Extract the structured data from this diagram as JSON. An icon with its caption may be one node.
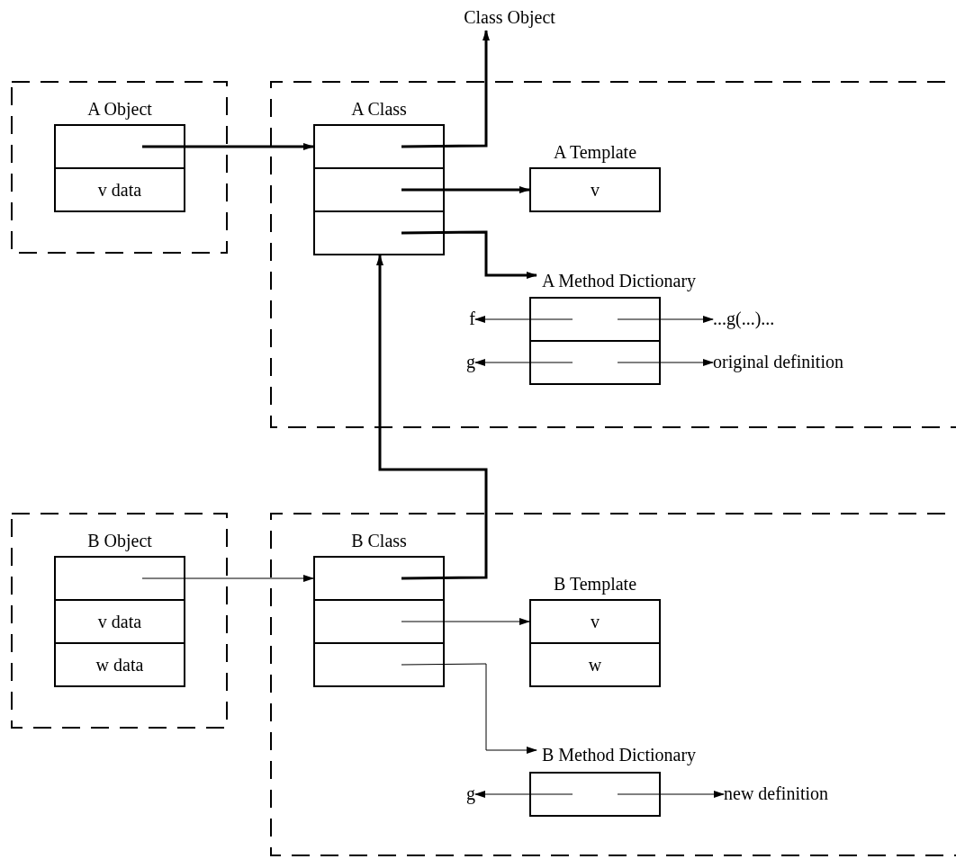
{
  "diagram": {
    "nodes": [
      {
        "text": [],
        "shape": "box"
      },
      {
        "text": [
          "A Object"
        ],
        "in": 0
      },
      {
        "text": [],
        "shape": "box",
        "in": 1
      },
      {
        "text": [
          "v data"
        ],
        "in": 1
      },
      {
        "text": [],
        "shape": "box"
      },
      {
        "text": [
          "A Class"
        ],
        "in": 4
      },
      {
        "text": [],
        "shape": "box",
        "in": 5
      },
      {
        "text": [],
        "shape": "box",
        "in": 5
      },
      {
        "text": [],
        "shape": "box",
        "in": 5
      },
      {
        "text": [
          "A Template"
        ],
        "in": 4
      },
      {
        "text": [
          "v"
        ],
        "in": 9
      },
      {
        "text": [
          "A Method Dictionary"
        ],
        "in": 4
      },
      {
        "text": [],
        "shape": "box",
        "in": 11
      },
      {
        "text": [],
        "shape": "box",
        "in": 11
      },
      {
        "text": [
          "f"
        ],
        "in": 4
      },
      {
        "text": [
          "...g(...)..."
        ],
        "in": 4
      },
      {
        "text": [
          "g"
        ],
        "in": 4
      },
      {
        "text": [
          "original definition"
        ],
        "in": 4
      },
      {
        "text": [
          "Class Object"
        ]
      },
      {
        "text": [],
        "shape": "box"
      },
      {
        "text": [
          "B Object"
        ],
        "in": 19
      },
      {
        "text": [],
        "shape": "box",
        "in": 20
      },
      {
        "text": [
          "v data"
        ],
        "in": 20
      },
      {
        "text": [
          "w data"
        ],
        "in": 20
      },
      {
        "text": [],
        "shape": "box"
      },
      {
        "text": [
          "B Class"
        ],
        "in": 24
      },
      {
        "text": [],
        "shape": "box",
        "in": 25
      },
      {
        "text": [],
        "shape": "box",
        "in": 25
      },
      {
        "text": [],
        "shape": "box",
        "in": 25
      },
      {
        "text": [
          "B Template"
        ],
        "in": 24
      },
      {
        "text": [
          "v"
        ],
        "in": 29
      },
      {
        "text": [
          "w"
        ],
        "in": 29
      },
      {
        "text": [
          "B Method Dictionary"
        ],
        "in": 24
      },
      {
        "text": [],
        "shape": "box",
        "in": 32
      },
      {
        "text": [
          "g"
        ],
        "in": 24
      },
      {
        "text": [
          "new definition"
        ],
        "in": 24
      }
    ],
    "edges": [
      {
        "from": 2,
        "to": 6,
        "arrow": "to",
        "style": "thick"
      },
      {
        "from": 6,
        "to": 18,
        "arrow": "to",
        "style": "thick"
      },
      {
        "from": 7,
        "to": 9,
        "arrow": "to",
        "style": "thick"
      },
      {
        "from": 8,
        "to": 11,
        "arrow": "to",
        "style": "thick"
      },
      {
        "from": 12,
        "to": 14,
        "arrow": "to"
      },
      {
        "from": 12,
        "to": 15,
        "arrow": "to"
      },
      {
        "from": 13,
        "to": 16,
        "arrow": "to"
      },
      {
        "from": 13,
        "to": 17,
        "arrow": "to"
      },
      {
        "from": 26,
        "to": 5,
        "arrow": "to",
        "style": "thick"
      },
      {
        "from": 21,
        "to": 25,
        "arrow": "to"
      },
      {
        "from": 27,
        "to": 29,
        "arrow": "to"
      },
      {
        "from": 28,
        "to": 32,
        "arrow": "to"
      },
      {
        "from": 33,
        "to": 34,
        "arrow": "to"
      },
      {
        "from": 33,
        "to": 35,
        "arrow": "to"
      }
    ]
  }
}
